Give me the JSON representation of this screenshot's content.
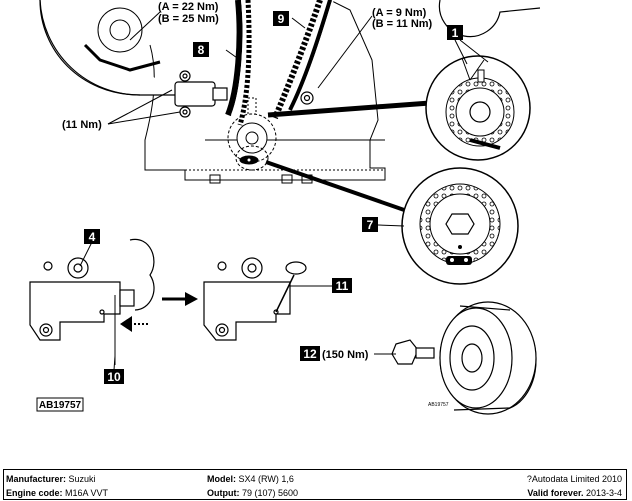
{
  "labels": {
    "n1": "1",
    "n4": "4",
    "n7": "7",
    "n8": "8",
    "n9": "9",
    "n10": "10",
    "n11": "11",
    "n12": "12"
  },
  "torques": {
    "left_a": "(A = 22 Nm)",
    "left_b": "(B = 25 Nm)",
    "right_a": "(A = 9 Nm)",
    "right_b": "(B = 11 Nm)",
    "tensioner": "(11 Nm)",
    "pulley": "(150 Nm)"
  },
  "refs": {
    "main": "AB19757",
    "small": "AB19757"
  },
  "footer": {
    "manufacturer_label": "Manufacturer:",
    "manufacturer": "Suzuki",
    "engine_label": "Engine code:",
    "engine": "M16A VVT",
    "model_label": "Model:",
    "model": "SX4 (RW) 1,6",
    "output_label": "Output:",
    "output": "79 (107) 5600",
    "copyright": "?Autodata Limited 2010",
    "valid": "Valid forever.",
    "date": "2013-3-4"
  }
}
